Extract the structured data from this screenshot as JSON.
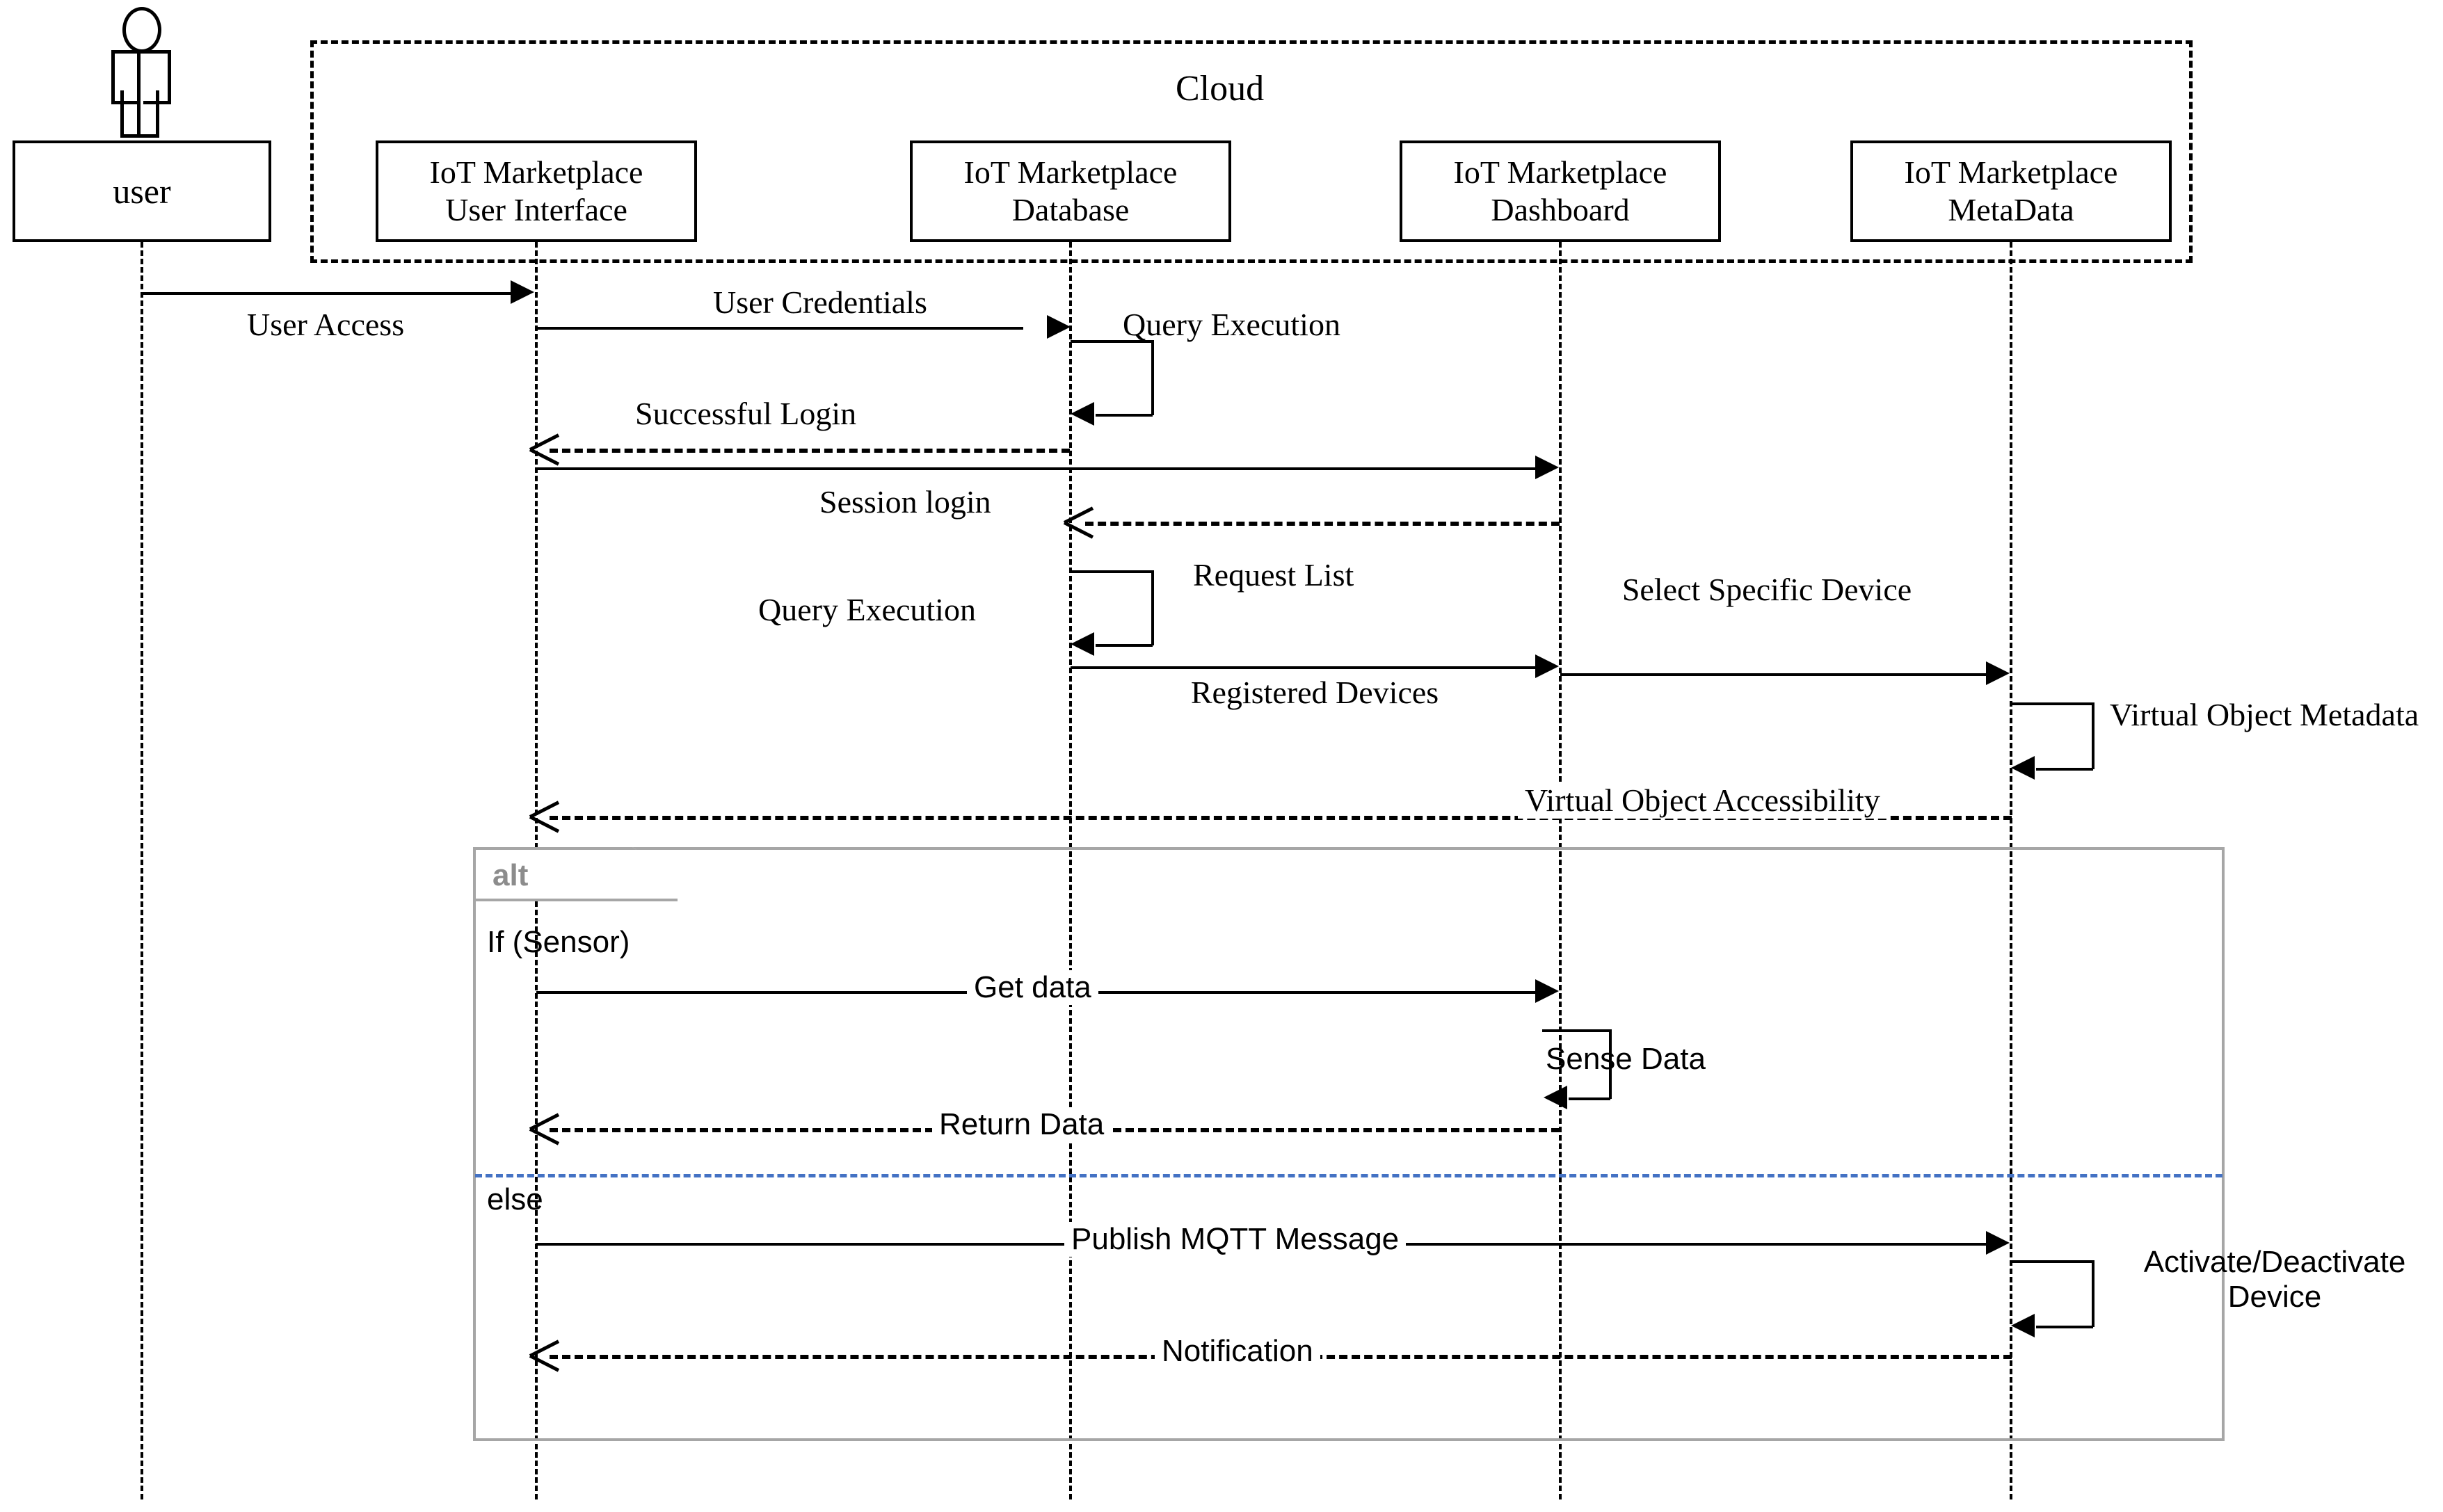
{
  "diagram": {
    "type": "uml-sequence-diagram",
    "actor": {
      "label": "user",
      "icon": "actor-stick-figure"
    },
    "frames": [
      {
        "name": "cloud",
        "label": "Cloud",
        "style": "dashed"
      },
      {
        "name": "alt",
        "label": "alt",
        "style": "solid-gray",
        "operands": [
          {
            "guard": "If (Sensor)"
          },
          {
            "guard": "else"
          }
        ]
      }
    ],
    "lifelines": [
      {
        "id": "user",
        "line1": "user",
        "line2": ""
      },
      {
        "id": "ui",
        "line1": "IoT Marketplace",
        "line2": "User Interface"
      },
      {
        "id": "db",
        "line1": "IoT Marketplace",
        "line2": "Database"
      },
      {
        "id": "dashboard",
        "line1": "IoT Marketplace",
        "line2": "Dashboard"
      },
      {
        "id": "metadata",
        "line1": "IoT Marketplace",
        "line2": "MetaData"
      }
    ],
    "messages": [
      {
        "label": "User Access",
        "from": "user",
        "to": "ui",
        "style": "solid",
        "kind": "call"
      },
      {
        "label": "User Credentials",
        "from": "ui",
        "to": "db",
        "style": "solid",
        "kind": "call"
      },
      {
        "label": "Query Execution",
        "from": "db",
        "to": "db",
        "style": "solid",
        "kind": "self"
      },
      {
        "label": "Successful Login",
        "from": "db",
        "to": "ui",
        "style": "dashed",
        "kind": "return"
      },
      {
        "label": "Session login",
        "from": "ui",
        "to": "dashboard",
        "style": "solid",
        "kind": "call"
      },
      {
        "label": "Request List",
        "from": "dashboard",
        "to": "db",
        "style": "dashed",
        "kind": "return"
      },
      {
        "label": "Query Execution",
        "from": "db",
        "to": "db",
        "style": "solid",
        "kind": "self"
      },
      {
        "label": "Registered Devices",
        "from": "db",
        "to": "dashboard",
        "style": "solid",
        "kind": "call"
      },
      {
        "label": "Select Specific Device",
        "from": "dashboard",
        "to": "metadata",
        "style": "solid",
        "kind": "call"
      },
      {
        "label": "Virtual Object Metadata",
        "from": "metadata",
        "to": "metadata",
        "style": "solid",
        "kind": "self"
      },
      {
        "label": "Virtual Object Accessibility",
        "from": "metadata",
        "to": "ui",
        "style": "dashed",
        "kind": "return"
      },
      {
        "label": "Get data",
        "from": "ui",
        "to": "dashboard",
        "style": "solid",
        "kind": "call"
      },
      {
        "label": "Sense Data",
        "from": "dashboard",
        "to": "dashboard",
        "style": "solid",
        "kind": "self"
      },
      {
        "label": "Return Data",
        "from": "dashboard",
        "to": "ui",
        "style": "dashed",
        "kind": "return"
      },
      {
        "label": "Publish MQTT Message",
        "from": "ui",
        "to": "metadata",
        "style": "solid",
        "kind": "call"
      },
      {
        "label": "Activate/Deactivate Device",
        "from": "metadata",
        "to": "metadata",
        "style": "solid",
        "kind": "self"
      },
      {
        "label": "Notification",
        "from": "metadata",
        "to": "ui",
        "style": "dashed",
        "kind": "return"
      }
    ],
    "colors": {
      "line": "#000000",
      "alt_frame": "#a6a6a6",
      "alt_label": "#8c8c8c",
      "alt_separator": "#4472c4",
      "background": "#ffffff"
    }
  }
}
